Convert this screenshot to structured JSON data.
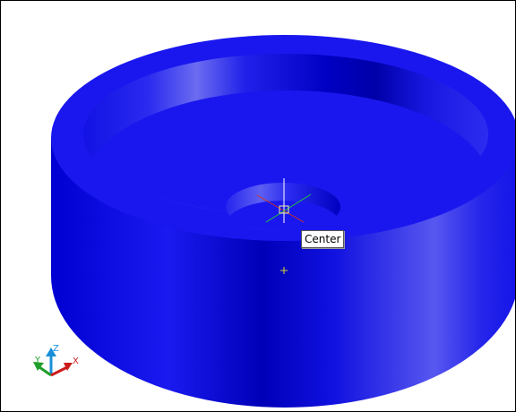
{
  "viewport": {
    "background": "#ffffff",
    "border_color": "#000000"
  },
  "model": {
    "shape": "cylindrical dish with central hole",
    "primary_color": "#1a17ee",
    "highlight_color": "#6b6cf0",
    "shadow_color": "#0000a6"
  },
  "cursor": {
    "crosshair_color": "#ffffff",
    "axis_x_color": "#d03020",
    "axis_y_color": "#22cc33",
    "icon": "crosshair-cursor-icon"
  },
  "osnap": {
    "tooltip_label": "Center",
    "marker_icon": "snap-marker-icon"
  },
  "center_marker": {
    "color": "#d8d830",
    "icon": "plus-marker-icon"
  },
  "ucs_icon": {
    "x_label": "X",
    "y_label": "Y",
    "z_label": "Z",
    "x_color": "#cc1a1a",
    "y_color": "#1f9e2a",
    "z_color": "#1a8fd8",
    "icon": "ucs-axes-icon"
  }
}
